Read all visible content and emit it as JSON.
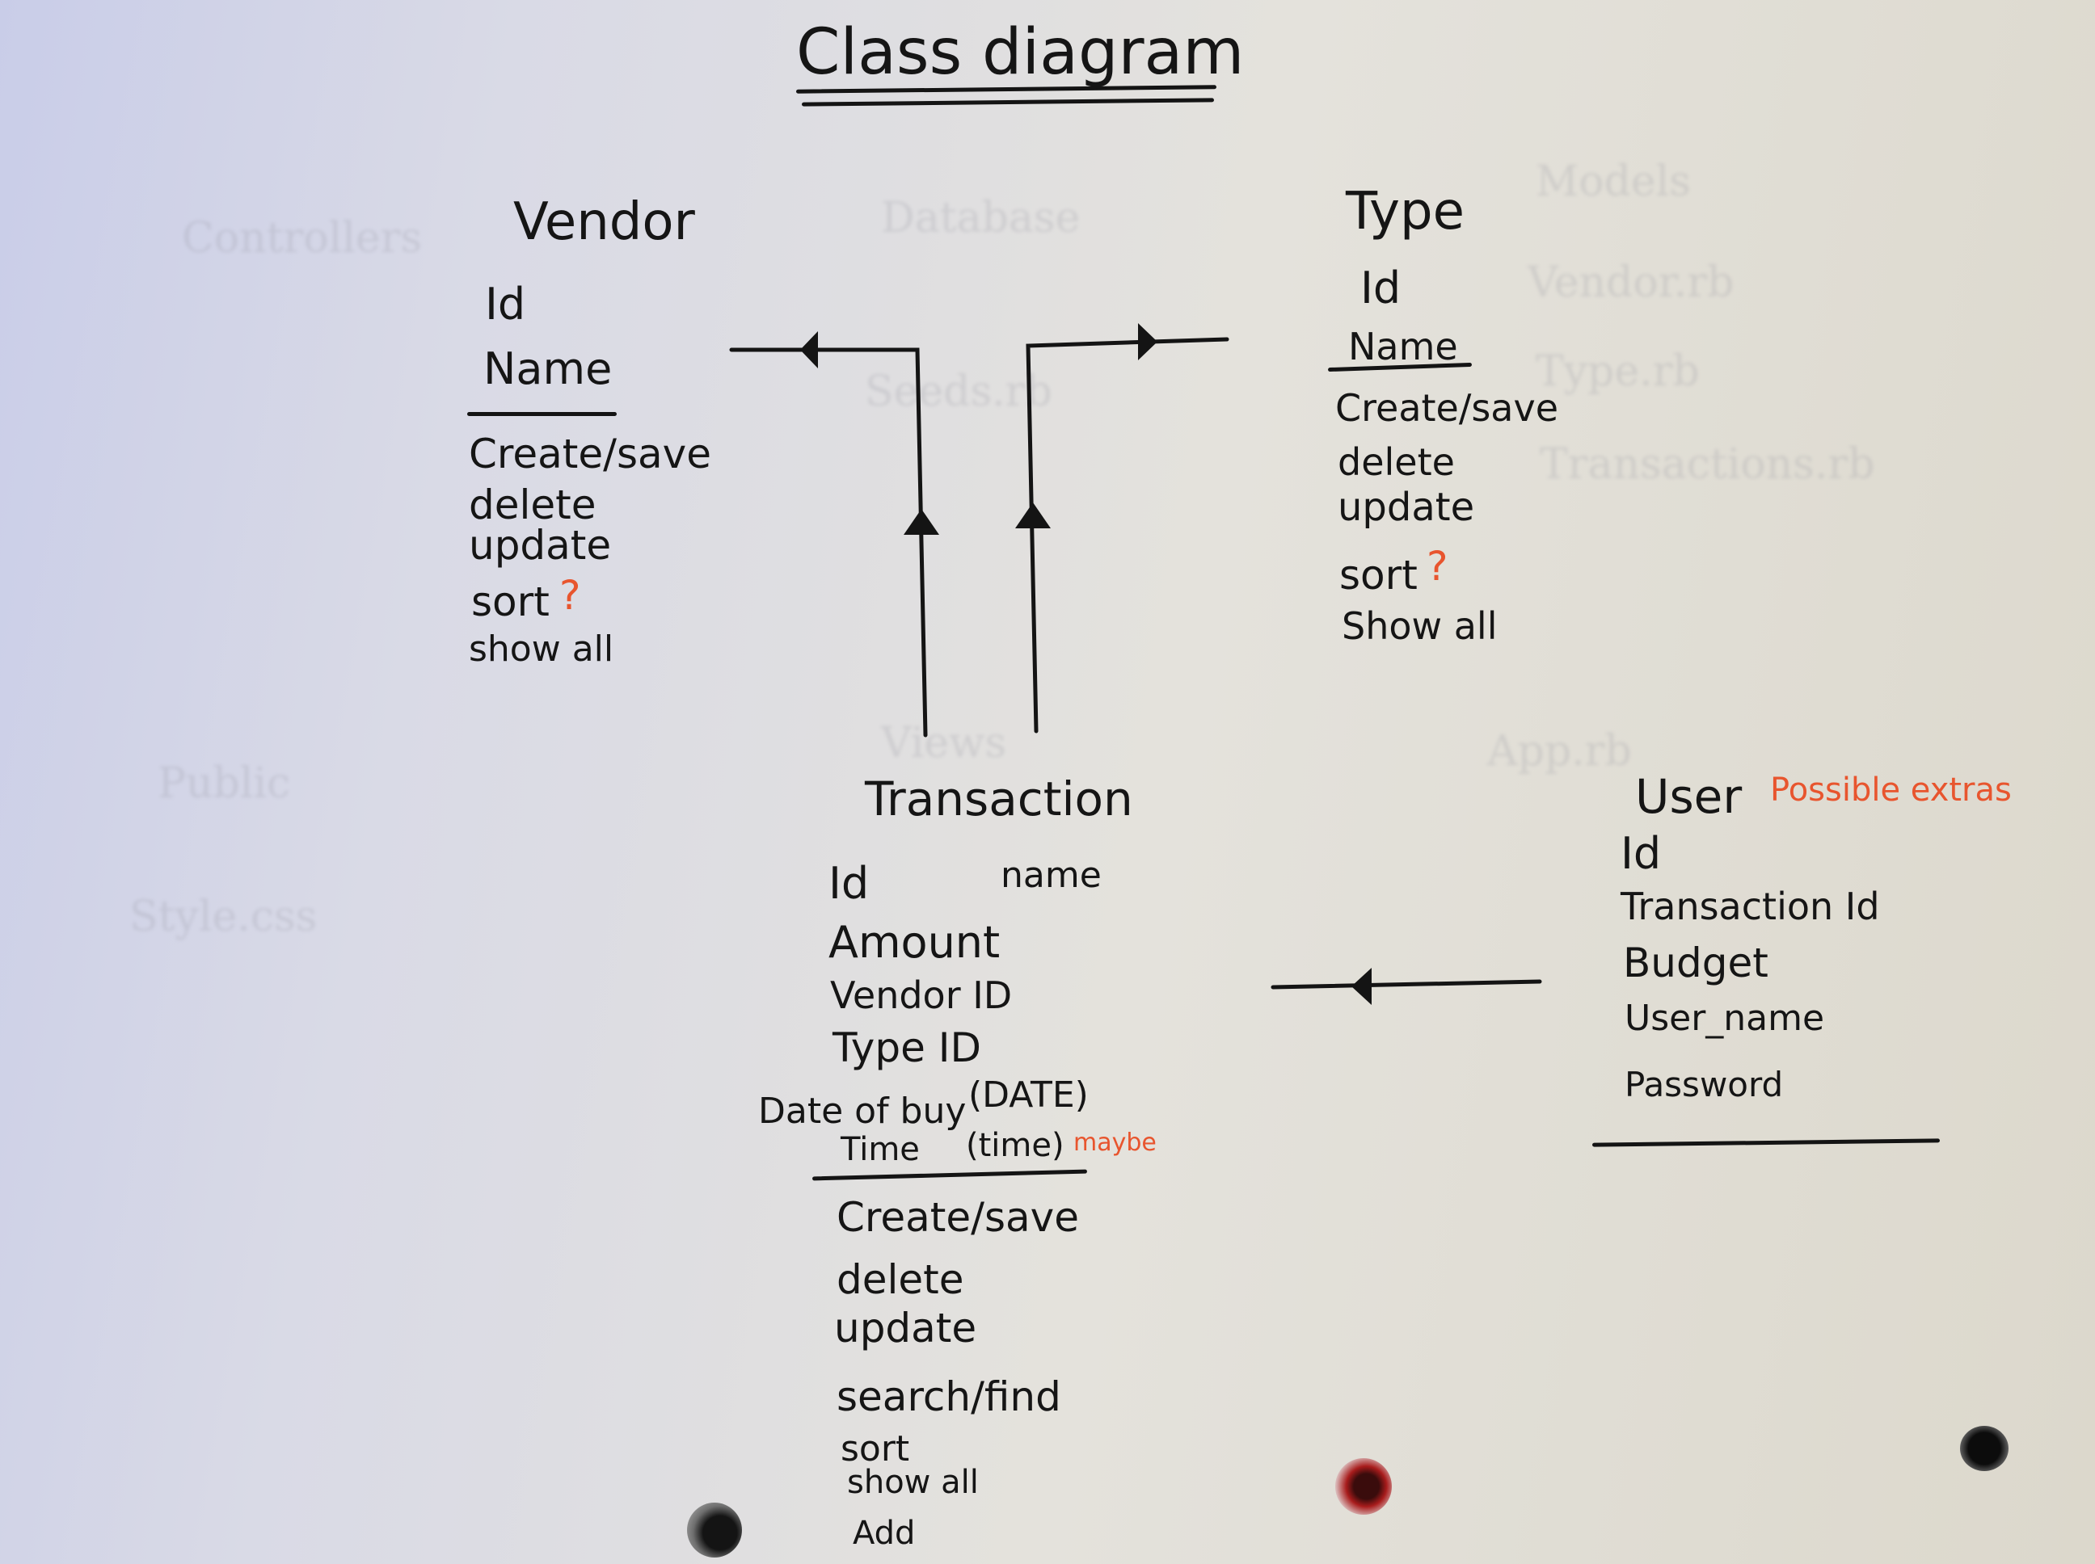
{
  "title": "Class diagram",
  "classes": {
    "vendor": {
      "name": "Vendor",
      "attributes": [
        "Id",
        "Name"
      ],
      "methods": [
        "Create/save",
        "delete",
        "update",
        "sort",
        "show all"
      ],
      "sort_mark": "?"
    },
    "type": {
      "name": "Type",
      "attributes": [
        "Id",
        "Name"
      ],
      "methods": [
        "Create/save",
        "delete",
        "update",
        "sort",
        "Show all"
      ],
      "sort_mark": "?"
    },
    "transaction": {
      "name": "Transaction",
      "attributes": [
        "Id",
        "Amount",
        "Vendor ID",
        "Type ID",
        "Date of buy",
        "Time"
      ],
      "extra_name": "name",
      "date_type": "(DATE)",
      "time_type": "(time)",
      "maybe_note": "maybe",
      "methods": [
        "Create/save",
        "delete",
        "update",
        "search/find",
        "sort",
        "show all",
        "Add"
      ]
    },
    "user": {
      "name": "User",
      "note": "Possible extras",
      "attributes": [
        "Id",
        "Transaction Id",
        "Budget",
        "User_name",
        "Password"
      ]
    }
  },
  "background_ghost_text": {
    "controllers": "Controllers",
    "database": "Database",
    "models": "Models",
    "public": "Public",
    "views": "Views",
    "app": "App.rb",
    "style": "Style.css",
    "vendor_rb": "Vendor.rb",
    "type_rb": "Type.rb",
    "transactions_rb": "Transactions.rb",
    "seeds": "Seeds.rb"
  },
  "colors": {
    "ink": "#141414",
    "red_ink": "#e8552e"
  }
}
